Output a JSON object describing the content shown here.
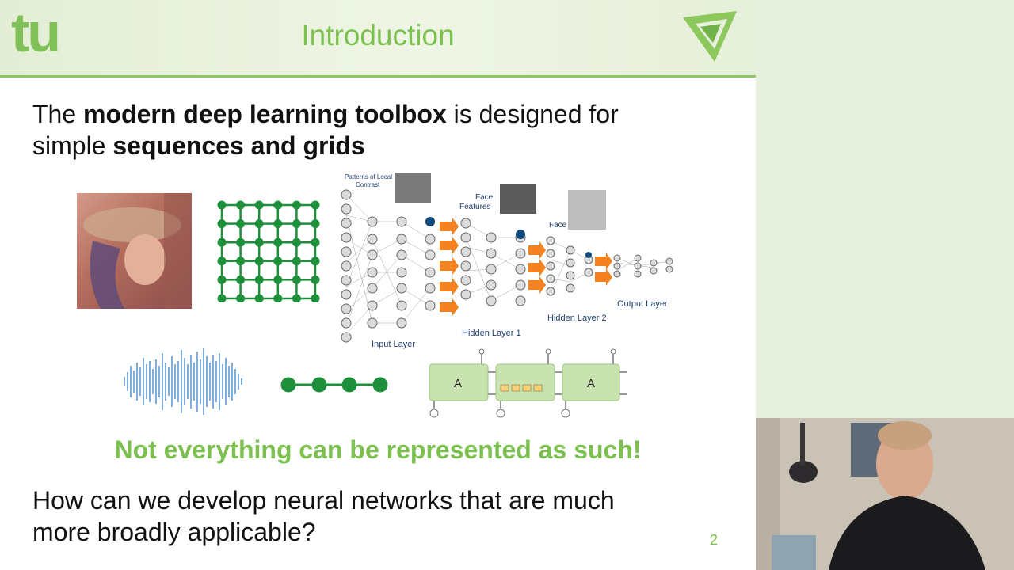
{
  "header": {
    "logo_text": "tu",
    "title": "Introduction"
  },
  "body": {
    "line1": {
      "pre": "The ",
      "bold": "modern deep learning toolbox",
      "post": " is designed for"
    },
    "line2": {
      "pre": "simple ",
      "bold": "sequences and grids"
    },
    "tagline": "Not everything can be represented as such!",
    "question_line1": "How can we develop neural networks that are much",
    "question_line2": "more broadly applicable?",
    "page_number": "2"
  },
  "figure": {
    "patterns_label_1": "Patterns of Local",
    "patterns_label_2": "Contrast",
    "face_features_label_1": "Face",
    "face_features_label_2": "Features",
    "face_label": "Face",
    "input_layer_label": "Input Layer",
    "hidden1_label": "Hidden Layer 1",
    "hidden2_label": "Hidden Layer 2",
    "output_layer_label": "Output Layer",
    "rnn_cell_label": "A"
  },
  "colors": {
    "accent_green": "#7cc04f",
    "node_green": "#1e8f3a",
    "arrow_orange": "#f58220",
    "waveform_blue": "#2a78c6",
    "rnn_box": "#c9e3b0"
  }
}
